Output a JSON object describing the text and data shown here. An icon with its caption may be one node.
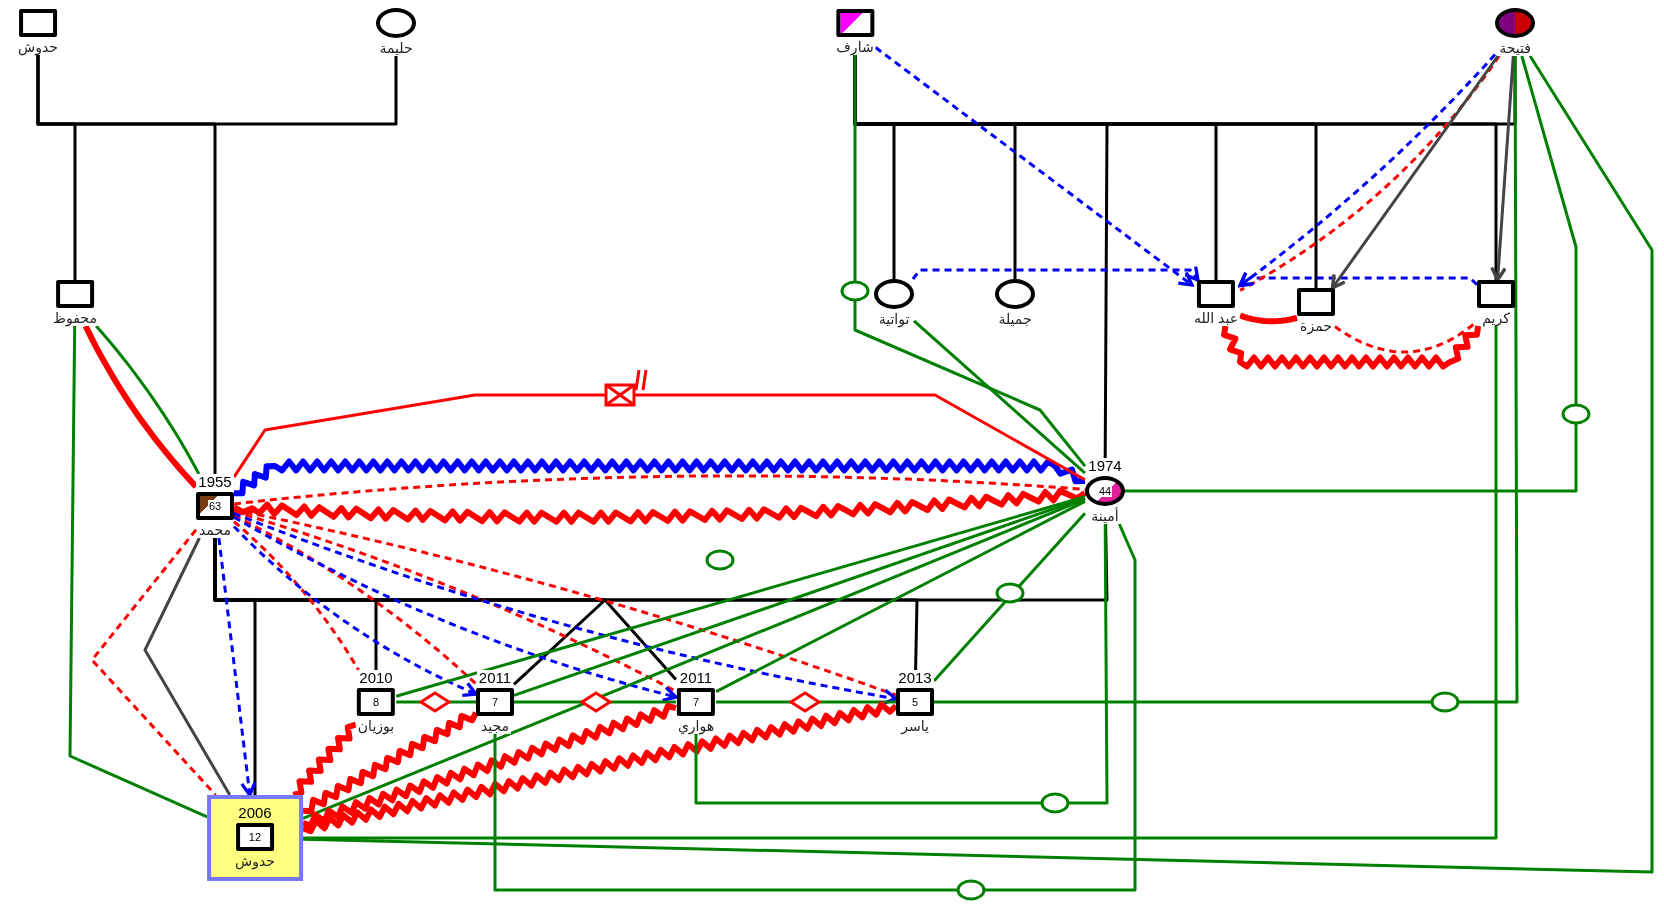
{
  "diagram": {
    "nodes": [
      {
        "text": [
          "حدوش"
        ]
      },
      {
        "text": [
          "حليمة"
        ]
      },
      {
        "text": [
          "شارف"
        ]
      },
      {
        "text": [
          "فتيحة"
        ]
      },
      {
        "text": [
          "محفوظ"
        ]
      },
      {
        "text": [
          "تواتية"
        ]
      },
      {
        "text": [
          "جميلة"
        ]
      },
      {
        "text": [
          "عبد الله"
        ]
      },
      {
        "text": [
          "حمزة"
        ]
      },
      {
        "text": [
          "كريم"
        ]
      },
      {
        "text": [
          "1955",
          "63",
          "محمد"
        ]
      },
      {
        "text": [
          "1974",
          "44",
          "أمينة"
        ]
      },
      {
        "text": [
          "2010",
          "8",
          "بوزيان"
        ]
      },
      {
        "text": [
          "2011",
          "7",
          "مجيد"
        ]
      },
      {
        "text": [
          "2011",
          "7",
          "هواري"
        ]
      },
      {
        "text": [
          "2013",
          "5",
          "ياسر"
        ]
      },
      {
        "text": [
          "2006",
          "12",
          "حدوش"
        ]
      }
    ],
    "edges": [
      {
        "from": 0,
        "to": 1,
        "arrow": "none",
        "color": "#000000"
      },
      {
        "from": 0,
        "to": 4,
        "arrow": "none",
        "color": "#000000"
      },
      {
        "from": 0,
        "to": 10,
        "arrow": "none",
        "color": "#000000"
      },
      {
        "from": 2,
        "to": 3,
        "arrow": "none",
        "color": "#000000"
      },
      {
        "from": 2,
        "to": 5,
        "arrow": "none",
        "color": "#000000"
      },
      {
        "from": 2,
        "to": 6,
        "arrow": "none",
        "color": "#000000"
      },
      {
        "from": 2,
        "to": 11,
        "arrow": "none",
        "color": "#000000"
      },
      {
        "from": 2,
        "to": 7,
        "arrow": "none",
        "color": "#000000"
      },
      {
        "from": 2,
        "to": 8,
        "arrow": "none",
        "color": "#000000"
      },
      {
        "from": 2,
        "to": 9,
        "arrow": "none",
        "color": "#000000"
      },
      {
        "from": 10,
        "to": 11,
        "arrow": "none",
        "color": "#000000"
      },
      {
        "from": 10,
        "to": 16,
        "arrow": "none",
        "color": "#000000"
      },
      {
        "from": 10,
        "to": 12,
        "arrow": "none",
        "color": "#000000"
      },
      {
        "from": 10,
        "to": 13,
        "arrow": "none",
        "color": "#000000"
      },
      {
        "from": 10,
        "to": 14,
        "arrow": "none",
        "color": "#000000"
      },
      {
        "from": 10,
        "to": 15,
        "arrow": "none",
        "color": "#000000"
      },
      {
        "from": 2,
        "to": 7,
        "arrow": "to",
        "style": "dashed",
        "color": "#0000ff"
      },
      {
        "from": 5,
        "to": 7,
        "arrow": "to",
        "style": "dashed",
        "color": "#0000ff"
      },
      {
        "from": 9,
        "to": 7,
        "arrow": "to",
        "style": "dashed",
        "color": "#0000ff"
      },
      {
        "from": 3,
        "to": 7,
        "arrow": "none",
        "style": "dashed",
        "color": "#ff0000"
      },
      {
        "from": 3,
        "to": 7,
        "arrow": "to",
        "style": "dashed",
        "color": "#0000ff"
      },
      {
        "from": 3,
        "to": 8,
        "arrow": "to",
        "color": "#444444"
      },
      {
        "from": 3,
        "to": 9,
        "arrow": "to",
        "color": "#444444"
      },
      {
        "from": 7,
        "to": 9,
        "arrow": "none",
        "style": "thick",
        "color": "#ff0000"
      },
      {
        "from": 8,
        "to": 9,
        "arrow": "none",
        "style": "dashed",
        "color": "#ff0000"
      },
      {
        "from": 7,
        "to": 8,
        "arrow": "none",
        "style": "thick",
        "color": "#ff0000"
      },
      {
        "from": 2,
        "to": 11,
        "arrow": "none",
        "color": "#008000"
      },
      {
        "from": 5,
        "to": 11,
        "arrow": "none",
        "color": "#008000"
      },
      {
        "from": 3,
        "to": 11,
        "arrow": "none",
        "color": "#008000"
      },
      {
        "from": 3,
        "to": 15,
        "arrow": "none",
        "color": "#008000"
      },
      {
        "from": 3,
        "to": 16,
        "arrow": "none",
        "color": "#008000"
      },
      {
        "from": 9,
        "to": 16,
        "arrow": "none",
        "color": "#008000"
      },
      {
        "from": 4,
        "to": 10,
        "arrow": "none",
        "style": "thick",
        "color": "#ff0000"
      },
      {
        "from": 4,
        "to": 10,
        "arrow": "none",
        "color": "#008000"
      },
      {
        "from": 4,
        "to": 16,
        "arrow": "none",
        "color": "#008000"
      },
      {
        "from": 10,
        "to": 11,
        "arrow": "none",
        "style": "thick",
        "color": "#ff0000"
      },
      {
        "from": 10,
        "to": 11,
        "arrow": "none",
        "style": "thick",
        "color": "#0000ff"
      },
      {
        "from": 10,
        "to": 11,
        "arrow": "none",
        "style": "dashed",
        "color": "#ff0000"
      },
      {
        "from": 10,
        "to": 11,
        "arrow": "none",
        "color": "#ff0000"
      },
      {
        "from": 10,
        "to": 16,
        "arrow": "none",
        "style": "dashed",
        "color": "#ff0000"
      },
      {
        "from": 10,
        "to": 16,
        "arrow": "to",
        "style": "dashed",
        "color": "#0000ff"
      },
      {
        "from": 10,
        "to": 16,
        "arrow": "none",
        "color": "#444444"
      },
      {
        "from": 10,
        "to": 12,
        "arrow": "none",
        "style": "dashed",
        "color": "#ff0000"
      },
      {
        "from": 10,
        "to": 13,
        "arrow": "none",
        "style": "dashed",
        "color": "#ff0000"
      },
      {
        "from": 10,
        "to": 14,
        "arrow": "none",
        "style": "dashed",
        "color": "#ff0000"
      },
      {
        "from": 10,
        "to": 15,
        "arrow": "none",
        "style": "dashed",
        "color": "#ff0000"
      },
      {
        "from": 10,
        "to": 13,
        "arrow": "to",
        "style": "dashed",
        "color": "#0000ff"
      },
      {
        "from": 10,
        "to": 14,
        "arrow": "to",
        "style": "dashed",
        "color": "#0000ff"
      },
      {
        "from": 10,
        "to": 15,
        "arrow": "to",
        "style": "dashed",
        "color": "#0000ff"
      },
      {
        "from": 11,
        "to": 12,
        "arrow": "none",
        "color": "#008000"
      },
      {
        "from": 11,
        "to": 13,
        "arrow": "none",
        "color": "#008000"
      },
      {
        "from": 11,
        "to": 14,
        "arrow": "none",
        "color": "#008000"
      },
      {
        "from": 11,
        "to": 15,
        "arrow": "none",
        "color": "#008000"
      },
      {
        "from": 11,
        "to": 16,
        "arrow": "none",
        "color": "#008000"
      },
      {
        "from": 12,
        "to": 13,
        "arrow": "none",
        "color": "#008000"
      },
      {
        "from": 13,
        "to": 14,
        "arrow": "none",
        "color": "#008000"
      },
      {
        "from": 14,
        "to": 15,
        "arrow": "none",
        "color": "#008000"
      },
      {
        "from": 16,
        "to": 12,
        "arrow": "none",
        "style": "thick",
        "color": "#ff0000"
      },
      {
        "from": 16,
        "to": 13,
        "arrow": "none",
        "style": "thick",
        "color": "#ff0000"
      },
      {
        "from": 16,
        "to": 14,
        "arrow": "none",
        "style": "thick",
        "color": "#ff0000"
      },
      {
        "from": 16,
        "to": 15,
        "arrow": "none",
        "style": "thick",
        "color": "#ff0000"
      },
      {
        "from": 14,
        "to": 11,
        "arrow": "none",
        "color": "#008000"
      },
      {
        "from": 13,
        "to": 11,
        "arrow": "none",
        "color": "#008000"
      }
    ]
  }
}
